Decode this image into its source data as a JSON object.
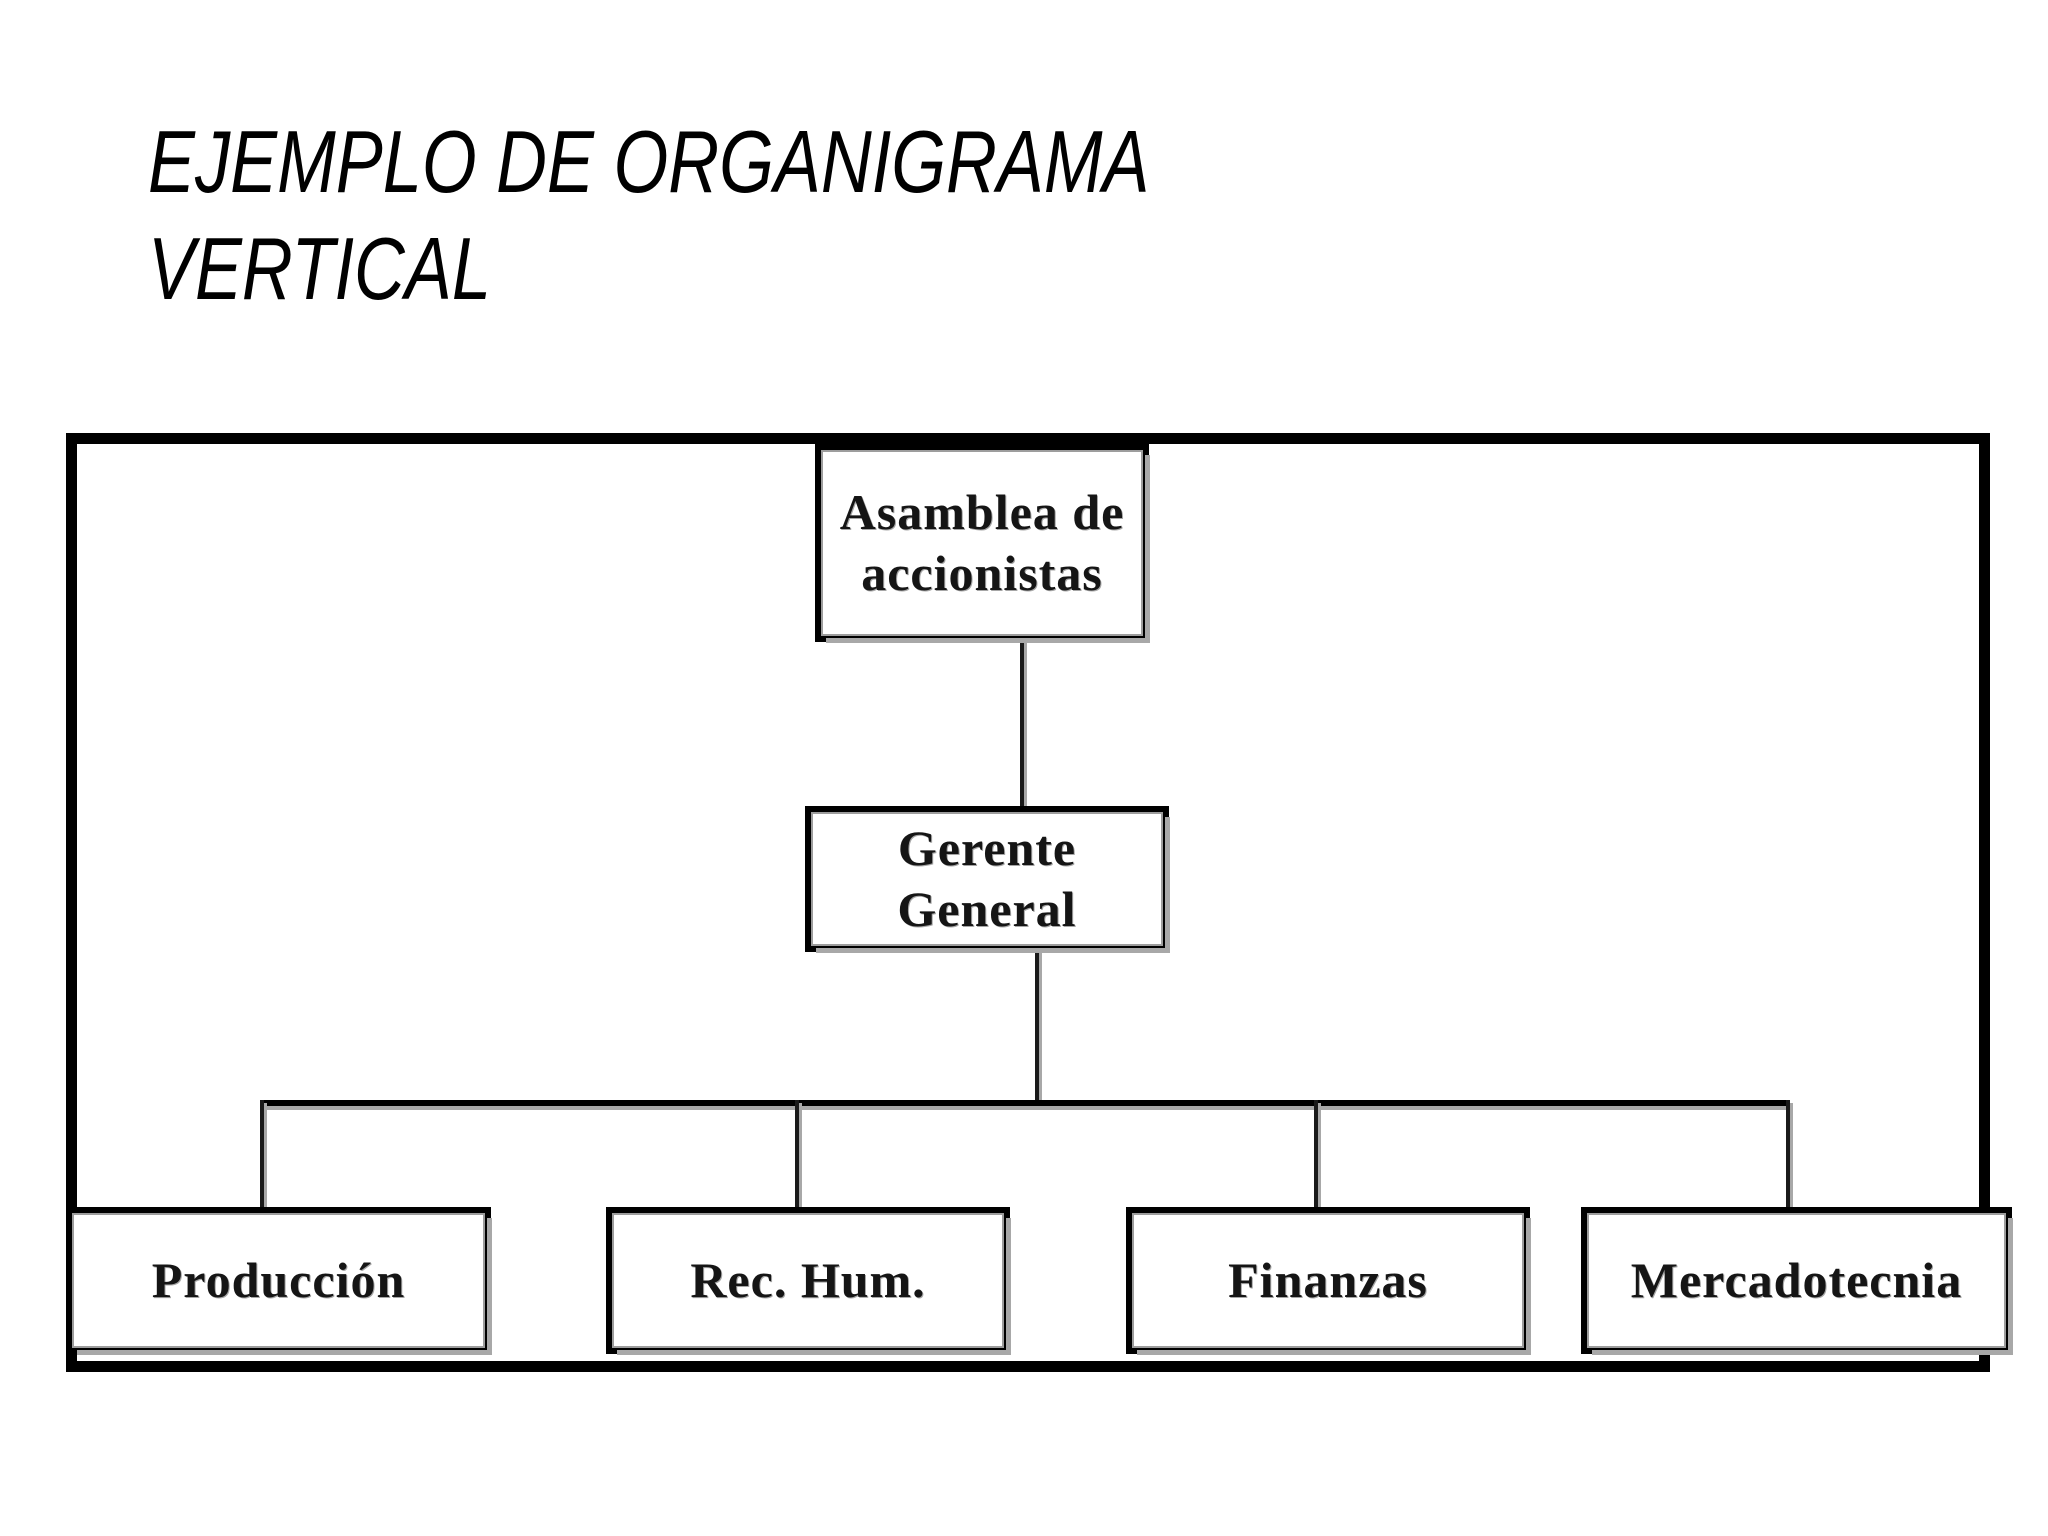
{
  "slide": {
    "title": "EJEMPLO DE ORGANIGRAMA\nVERTICAL"
  },
  "org_chart": {
    "type": "organizational-chart",
    "orientation": "vertical",
    "levels": 3,
    "root": {
      "id": "asamblea",
      "label": "Asamblea  de\naccionistas"
    },
    "level2": {
      "id": "gerente",
      "label": "Gerente General"
    },
    "level3": [
      {
        "id": "produccion",
        "label": "Producción"
      },
      {
        "id": "rechum",
        "label": "Rec.  Hum."
      },
      {
        "id": "finanzas",
        "label": "Finanzas"
      },
      {
        "id": "mercadotecnia",
        "label": "Mercadotecnia"
      }
    ],
    "colors": {
      "frame_border": "#000000",
      "node_border": "#000000",
      "node_inner_border": "#9d9d9d",
      "node_shadow": "#a8a8a8",
      "node_fill": "#ffffff",
      "connector": "#1a1a1a",
      "text": "#151515",
      "background": "#ffffff"
    }
  }
}
